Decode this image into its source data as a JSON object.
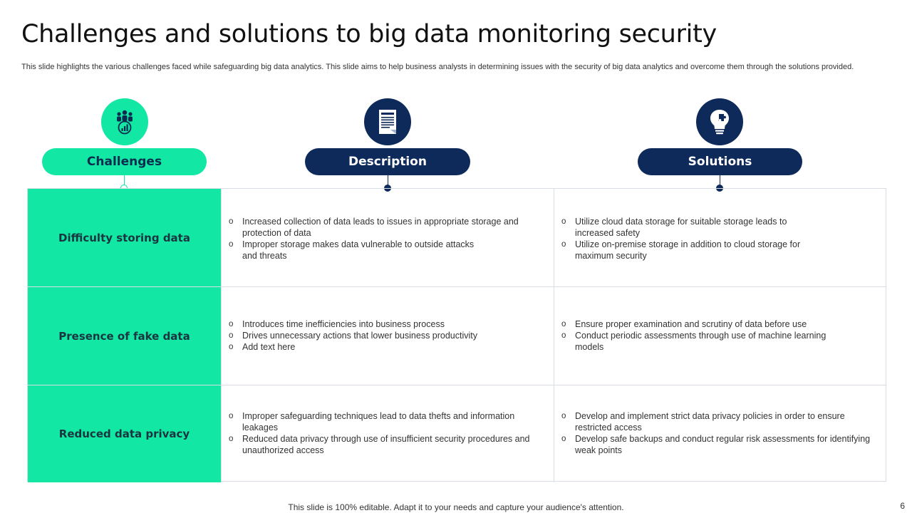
{
  "slide": {
    "title": "Challenges and solutions to big data monitoring security",
    "subtitle": "This slide highlights the various challenges faced while safeguarding big data analytics. This slide aims to help business analysts in determining issues with the security of big data analytics and overcome them through the solutions provided.",
    "footer": "This slide is 100% editable. Adapt it to your needs and capture your audience's attention.",
    "page_number": "6"
  },
  "colors": {
    "green": "#12e7a3",
    "navy": "#0e2a5a"
  },
  "headers": {
    "challenges": {
      "label": "Challenges",
      "icon": "team-analytics-icon"
    },
    "description": {
      "label": "Description",
      "icon": "document-icon"
    },
    "solutions": {
      "label": "Solutions",
      "icon": "lightbulb-puzzle-icon"
    }
  },
  "rows": [
    {
      "challenge": "Difficulty storing data",
      "description": [
        "Increased collection of data leads to issues in appropriate  storage and protection of data",
        "Improper  storage makes data vulnerable  to outside attacks and threats"
      ],
      "solutions": [
        "Utilize cloud data storage for suitable storage leads to increased safety",
        "Utilize on-premise  storage in addition to cloud storage for maximum security"
      ]
    },
    {
      "challenge": "Presence of fake data",
      "description": [
        "Introduces time inefficiencies  into business process",
        "Drives  unnecessary  actions that lower business productivity",
        "Add text here"
      ],
      "solutions": [
        "Ensure proper  examination and scrutiny of data before use",
        "Conduct periodic assessments through  use of machine learning models"
      ]
    },
    {
      "challenge": "Reduced data privacy",
      "description": [
        "Improper  safeguarding  techniques lead to data thefts and information leakages",
        "Reduced  data privacy  through  use of insufficient security procedures  and unauthorized  access"
      ],
      "solutions": [
        "Develop  and implement  strict data privacy  policies in order  to ensure restricted access",
        "Develop  safe backups and conduct regular  risk assessments for identifying weak points"
      ]
    }
  ]
}
